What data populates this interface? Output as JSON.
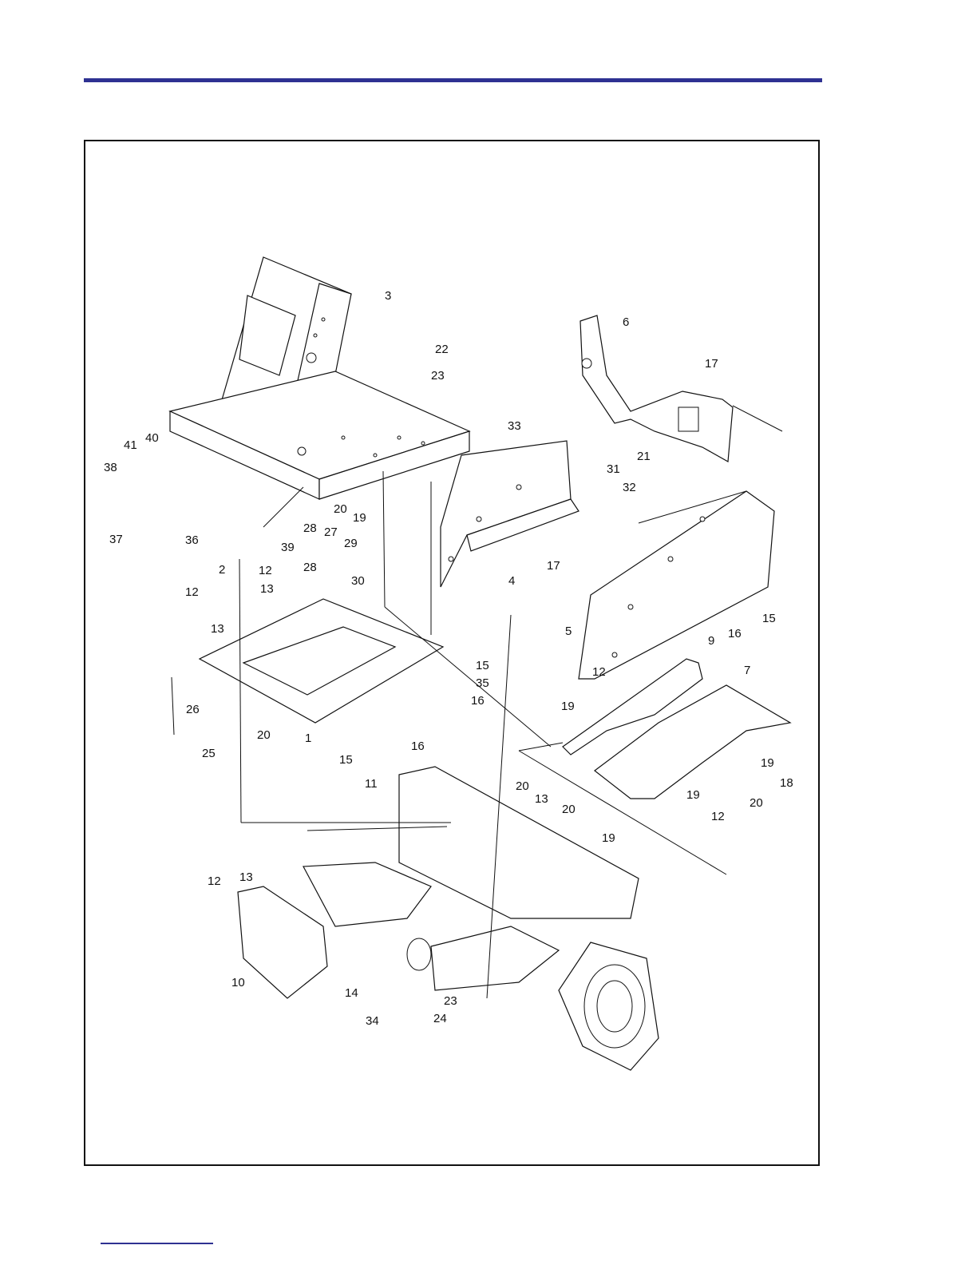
{
  "colors": {
    "rule": "#2e3192",
    "ink": "#111111",
    "paper": "#ffffff"
  },
  "callouts": [
    {
      "n": "3"
    },
    {
      "n": "22"
    },
    {
      "n": "23"
    },
    {
      "n": "6"
    },
    {
      "n": "17"
    },
    {
      "n": "41"
    },
    {
      "n": "40"
    },
    {
      "n": "38"
    },
    {
      "n": "33"
    },
    {
      "n": "31"
    },
    {
      "n": "32"
    },
    {
      "n": "21"
    },
    {
      "n": "20"
    },
    {
      "n": "19"
    },
    {
      "n": "37"
    },
    {
      "n": "36"
    },
    {
      "n": "39"
    },
    {
      "n": "28"
    },
    {
      "n": "27"
    },
    {
      "n": "29"
    },
    {
      "n": "28"
    },
    {
      "n": "30"
    },
    {
      "n": "17"
    },
    {
      "n": "4"
    },
    {
      "n": "2"
    },
    {
      "n": "12"
    },
    {
      "n": "13"
    },
    {
      "n": "12"
    },
    {
      "n": "13"
    },
    {
      "n": "5"
    },
    {
      "n": "16"
    },
    {
      "n": "15"
    },
    {
      "n": "15"
    },
    {
      "n": "35"
    },
    {
      "n": "16"
    },
    {
      "n": "9"
    },
    {
      "n": "7"
    },
    {
      "n": "12"
    },
    {
      "n": "19"
    },
    {
      "n": "26"
    },
    {
      "n": "20"
    },
    {
      "n": "1"
    },
    {
      "n": "25"
    },
    {
      "n": "15"
    },
    {
      "n": "16"
    },
    {
      "n": "19"
    },
    {
      "n": "18"
    },
    {
      "n": "11"
    },
    {
      "n": "20"
    },
    {
      "n": "13"
    },
    {
      "n": "20"
    },
    {
      "n": "19"
    },
    {
      "n": "20"
    },
    {
      "n": "12"
    },
    {
      "n": "19"
    },
    {
      "n": "12"
    },
    {
      "n": "13"
    },
    {
      "n": "10"
    },
    {
      "n": "14"
    },
    {
      "n": "34"
    },
    {
      "n": "23"
    },
    {
      "n": "24"
    }
  ]
}
